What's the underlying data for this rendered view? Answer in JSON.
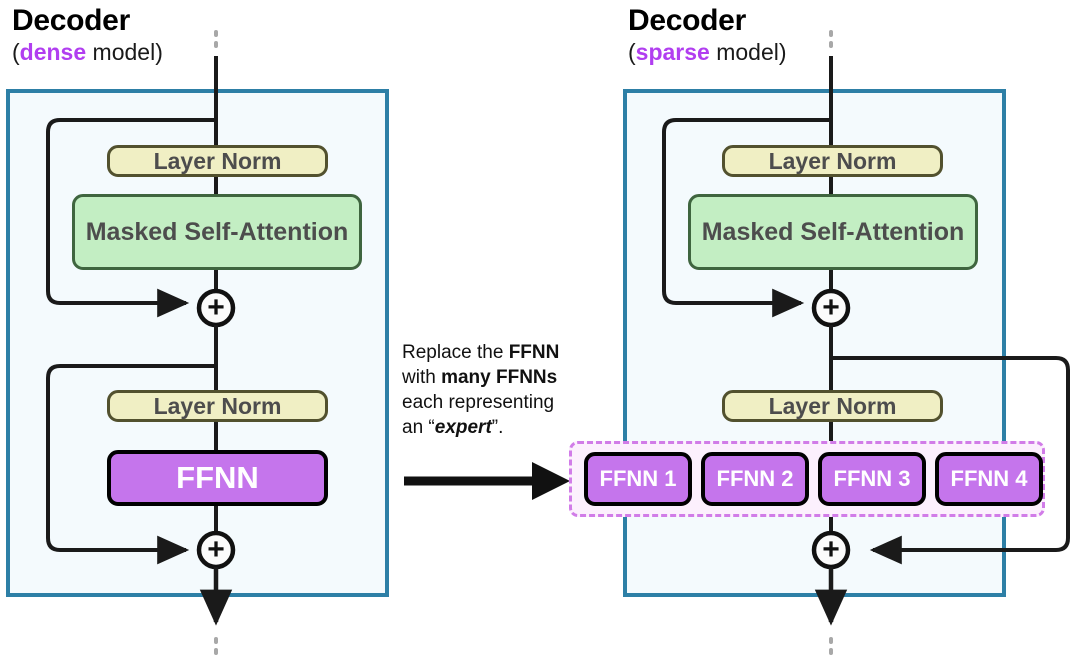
{
  "left_panel": {
    "title": "Decoder",
    "subtitle_open": "(",
    "subtitle_highlight": "dense",
    "subtitle_rest": " model)",
    "layer_norm_1": "Layer Norm",
    "attention": "Masked Self-Attention",
    "layer_norm_2": "Layer Norm",
    "ffnn": "FFNN",
    "add_symbol_1": "+",
    "add_symbol_2": "+"
  },
  "right_panel": {
    "title": "Decoder",
    "subtitle_open": "(",
    "subtitle_highlight": "sparse",
    "subtitle_rest": " model)",
    "layer_norm_1": "Layer Norm",
    "attention": "Masked Self-Attention",
    "layer_norm_2": "Layer Norm",
    "add_symbol_1": "+",
    "add_symbol_2": "+",
    "experts": [
      {
        "label": "FFNN 1"
      },
      {
        "label": "FFNN 2"
      },
      {
        "label": "FFNN 3"
      },
      {
        "label": "FFNN 4"
      }
    ]
  },
  "caption": {
    "line1_plain": "Replace the ",
    "line1_bold": "FFNN",
    "line2_plain": "with ",
    "line2_bold": "many FFNNs",
    "line3": "each representing",
    "line4_plain_a": "an “",
    "line4_italic": "expert",
    "line4_plain_b": "”."
  },
  "colors": {
    "panel_border": "#2d7fa6",
    "panel_fill": "#f4fafd",
    "layer_norm_fill": "#f0efc4",
    "attention_fill": "#c3eec3",
    "ffnn_fill": "#c575ec",
    "experts_dashed_border": "#d17ce8",
    "experts_fill": "#fcf0fd",
    "accent_purple": "#b13ef0",
    "wire": "#1a1a1a",
    "dots": "#a8a8a8"
  }
}
